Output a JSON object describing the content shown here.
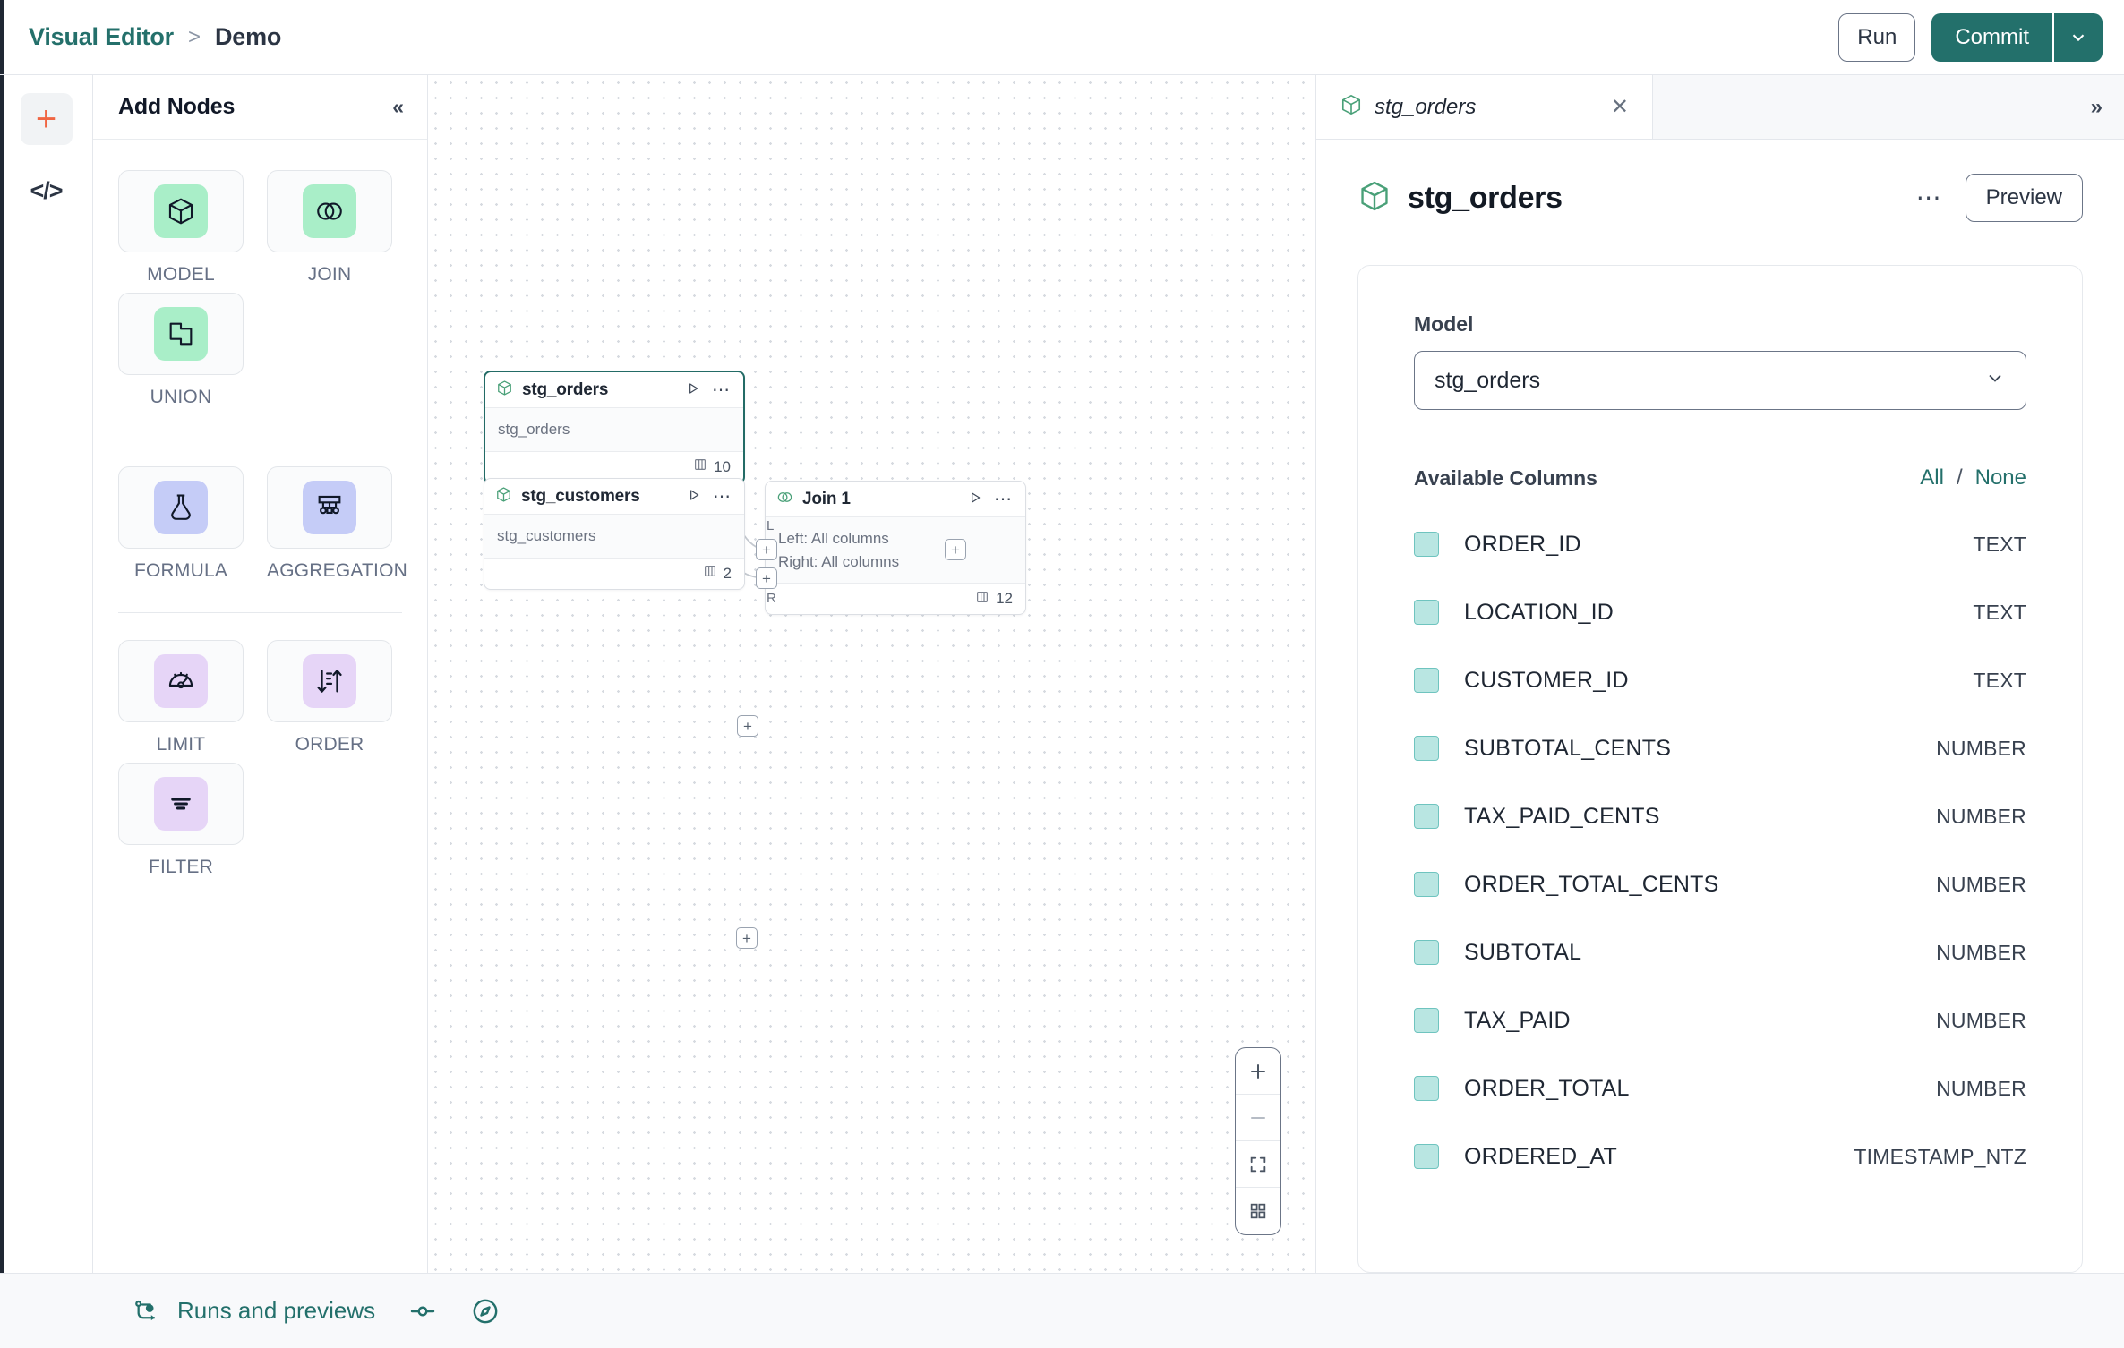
{
  "topbar": {
    "breadcrumb_root": "Visual Editor",
    "breadcrumb_sep": ">",
    "breadcrumb_current": "Demo",
    "run_label": "Run",
    "commit_label": "Commit",
    "accent_teal": "#23706b",
    "accent_orange": "#f06543"
  },
  "iconrail": {
    "add_icon": "plus-icon",
    "code_icon": "code-icon",
    "code_glyph": "</>"
  },
  "node_panel": {
    "title": "Add Nodes",
    "collapse_glyph": "«",
    "groups": [
      {
        "items": [
          {
            "label": "MODEL",
            "icon": "cube-icon",
            "tint": "#a9eec8"
          },
          {
            "label": "JOIN",
            "icon": "venn-icon",
            "tint": "#a9eec8"
          },
          {
            "label": "UNION",
            "icon": "union-shapes-icon",
            "tint": "#a9eec8"
          }
        ]
      },
      {
        "items": [
          {
            "label": "FORMULA",
            "icon": "flask-icon",
            "tint": "#c5ccf7"
          },
          {
            "label": "AGGREGATION",
            "icon": "aggregation-icon",
            "tint": "#c5ccf7"
          }
        ]
      },
      {
        "items": [
          {
            "label": "LIMIT",
            "icon": "limit-gauge-icon",
            "tint": "#e6d5f7"
          },
          {
            "label": "ORDER",
            "icon": "sort-icon",
            "tint": "#e6d5f7"
          },
          {
            "label": "FILTER",
            "icon": "filter-icon",
            "tint": "#e6d5f7"
          }
        ]
      }
    ]
  },
  "canvas": {
    "nodes": [
      {
        "id": "stg_orders",
        "title": "stg_orders",
        "icon": "cube-icon",
        "body_lines": [
          "stg_orders"
        ],
        "column_count": "10",
        "selected": true
      },
      {
        "id": "stg_customers",
        "title": "stg_customers",
        "icon": "cube-icon",
        "body_lines": [
          "stg_customers"
        ],
        "column_count": "2",
        "selected": false
      },
      {
        "id": "join_1",
        "title": "Join 1",
        "icon": "venn-icon",
        "body_lines": [
          "Left: All columns",
          "Right: All columns"
        ],
        "column_count": "12",
        "selected": false
      }
    ],
    "port_glyph": "+",
    "port_label_left": "L",
    "port_label_right": "R",
    "zoom_controls": [
      {
        "name": "zoom-in",
        "glyph": "+"
      },
      {
        "name": "zoom-out",
        "glyph": "−"
      },
      {
        "name": "fit-view",
        "glyph": "fit"
      },
      {
        "name": "minimap-toggle",
        "glyph": "grid"
      }
    ]
  },
  "right_panel": {
    "tab": {
      "label": "stg_orders",
      "icon": "cube-icon",
      "close_glyph": "✕"
    },
    "expand_glyph": "»",
    "header": {
      "title": "stg_orders",
      "icon": "cube-icon",
      "menu_glyph": "•••",
      "preview_label": "Preview"
    },
    "model_field": {
      "label": "Model",
      "value": "stg_orders",
      "caret_glyph": "∨"
    },
    "columns_section": {
      "title": "Available Columns",
      "all_label": "All",
      "separator": "/",
      "none_label": "None",
      "rows": [
        {
          "name": "ORDER_ID",
          "type": "TEXT",
          "checked": true
        },
        {
          "name": "LOCATION_ID",
          "type": "TEXT",
          "checked": true
        },
        {
          "name": "CUSTOMER_ID",
          "type": "TEXT",
          "checked": true
        },
        {
          "name": "SUBTOTAL_CENTS",
          "type": "NUMBER",
          "checked": true
        },
        {
          "name": "TAX_PAID_CENTS",
          "type": "NUMBER",
          "checked": true
        },
        {
          "name": "ORDER_TOTAL_CENTS",
          "type": "NUMBER",
          "checked": true
        },
        {
          "name": "SUBTOTAL",
          "type": "NUMBER",
          "checked": true
        },
        {
          "name": "TAX_PAID",
          "type": "NUMBER",
          "checked": true
        },
        {
          "name": "ORDER_TOTAL",
          "type": "NUMBER",
          "checked": true
        },
        {
          "name": "ORDERED_AT",
          "type": "TIMESTAMP_NTZ",
          "checked": true
        }
      ]
    }
  },
  "bottombar": {
    "runs_label": "Runs and previews",
    "runs_icon": "flow-runs-icon",
    "toggle_icon": "slider-toggle-icon",
    "compass_icon": "compass-icon"
  }
}
